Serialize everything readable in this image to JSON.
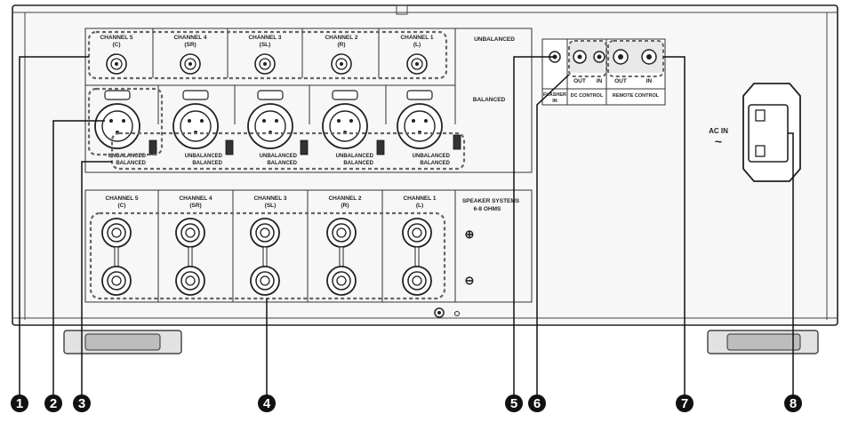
{
  "colors": {
    "chassis": "#f7f7f7",
    "panel_line": "#333333",
    "dashed": "#666666",
    "callout": "#111111",
    "foot": "#bdbdbd"
  },
  "unbalanced_row": {
    "section_label": "UNBALANCED",
    "channels": [
      {
        "name": "CHANNEL 5",
        "sub": "(C)"
      },
      {
        "name": "CHANNEL 4",
        "sub": "(SR)"
      },
      {
        "name": "CHANNEL 3",
        "sub": "(SL)"
      },
      {
        "name": "CHANNEL 2",
        "sub": "(R)"
      },
      {
        "name": "CHANNEL 1",
        "sub": "(L)"
      }
    ]
  },
  "balanced_row": {
    "section_label": "BALANCED",
    "switch_top": "UNBALANCED",
    "switch_bottom": "BALANCED"
  },
  "speaker_row": {
    "section_label_1": "SPEAKER SYSTEMS",
    "section_label_2": "6-8 OHMS",
    "plus": "⊕",
    "minus": "⊖",
    "channels": [
      {
        "name": "CHANNEL 5",
        "sub": "(C)"
      },
      {
        "name": "CHANNEL 4",
        "sub": "(SR)"
      },
      {
        "name": "CHANNEL 3",
        "sub": "(SL)"
      },
      {
        "name": "CHANNEL 2",
        "sub": "(R)"
      },
      {
        "name": "CHANNEL 1",
        "sub": "(L)"
      }
    ]
  },
  "control_panel": {
    "flasher_1": "FLASHER",
    "flasher_2": "IN",
    "dc_control": "DC CONTROL",
    "remote_control": "REMOTE CONTROL",
    "out_1": "OUT",
    "in_1": "IN",
    "out_2": "OUT",
    "in_2": "IN"
  },
  "ac_inlet": {
    "label": "AC IN",
    "symbol": "~"
  },
  "callouts": [
    "1",
    "2",
    "3",
    "4",
    "5",
    "6",
    "7",
    "8"
  ]
}
